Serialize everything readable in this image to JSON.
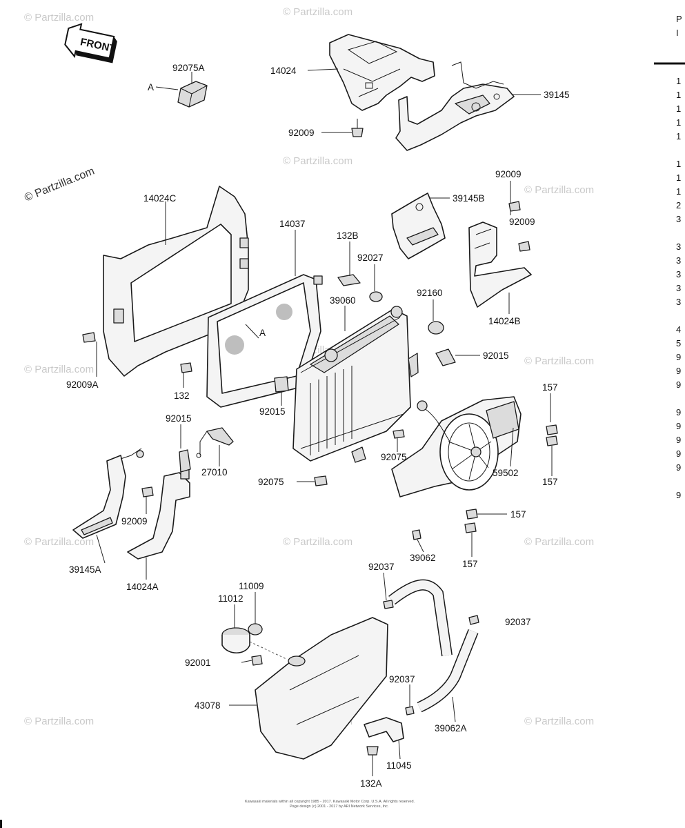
{
  "front_label": "FRONT",
  "watermark": "© Partzilla.com",
  "copyright_line1": "Kawasaki materials within all copyright 1985 - 2017. Kawasaki Motor Corp. U.S.A. All rights reserved.",
  "copyright_line2": "Page design (c) 2001 - 2017 by ARI Network Services, Inc.",
  "callouts": {
    "p92075A": "92075A",
    "refA1": "A",
    "p14024": "14024",
    "p39145": "39145",
    "p92009a": "92009",
    "p14024C": "14024C",
    "p14037": "14037",
    "p132B": "132B",
    "p39145B": "39145B",
    "p92009b": "92009",
    "p92009c": "92009",
    "p92027": "92027",
    "p39060": "39060",
    "p92160": "92160",
    "p14024B": "14024B",
    "refA2": "A",
    "p92015a": "92015",
    "p92009A": "92009A",
    "p132": "132",
    "p92015b": "92015",
    "p157a": "157",
    "p92015c": "92015",
    "p27010": "27010",
    "p92075a": "92075",
    "p59502": "59502",
    "p157b": "157",
    "p92075b": "92075",
    "p92009d": "92009",
    "p157c": "157",
    "p39145A": "39145A",
    "p14024A": "14024A",
    "p39062": "39062",
    "p157d": "157",
    "p92037a": "92037",
    "p11009": "11009",
    "p11012": "11012",
    "p92037b": "92037",
    "p92001": "92001",
    "p92037c": "92037",
    "p43078": "43078",
    "p39062A": "39062A",
    "p11045": "11045",
    "p132A": "132A"
  },
  "side_column": [
    "P",
    "I",
    "1",
    "1",
    "1",
    "1",
    "1",
    "1",
    "1",
    "1",
    "2",
    "3",
    "3",
    "3",
    "3",
    "3",
    "3",
    "4",
    "5",
    "9",
    "9",
    "9",
    "9",
    "9",
    "9",
    "9",
    "9",
    "9"
  ]
}
